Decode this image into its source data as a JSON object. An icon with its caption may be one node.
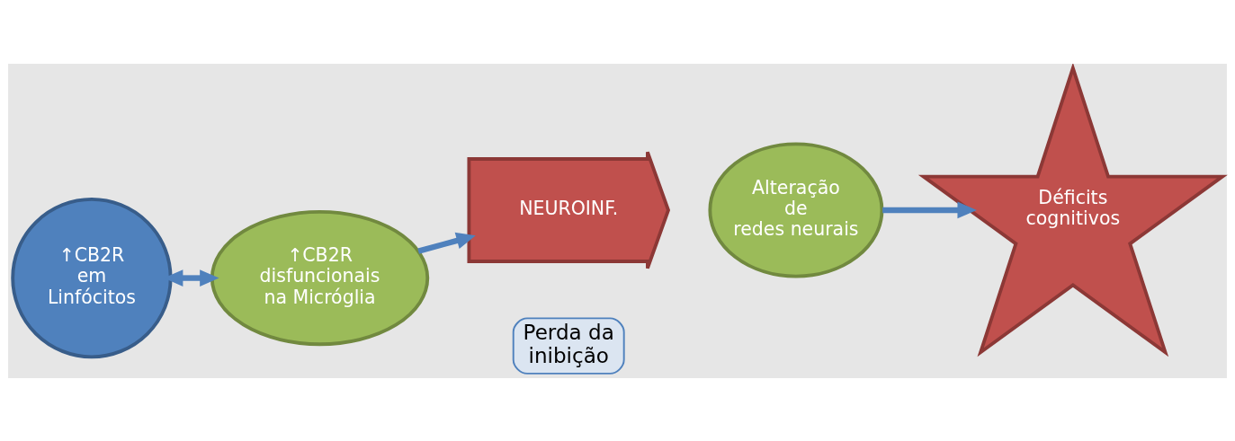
{
  "diagram": {
    "nodes": [
      {
        "text": [
          "↑CB2R em Linfócitos"
        ]
      },
      {
        "text": [
          "↑CB2R disfuncionais na Micróglia"
        ]
      },
      {
        "text": [
          "NEUROINF."
        ]
      },
      {
        "text": [
          "Alteração de redes neurais"
        ]
      },
      {
        "text": [
          "Déficits cognitivos"
        ]
      },
      {
        "text": [
          "Perda da inibição"
        ]
      }
    ],
    "edges": [
      {
        "from": 0,
        "to": 1,
        "arrow": "both"
      },
      {
        "from": 1,
        "to": 2,
        "arrow": "to"
      },
      {
        "from": 3,
        "to": 4,
        "arrow": "to"
      }
    ]
  }
}
